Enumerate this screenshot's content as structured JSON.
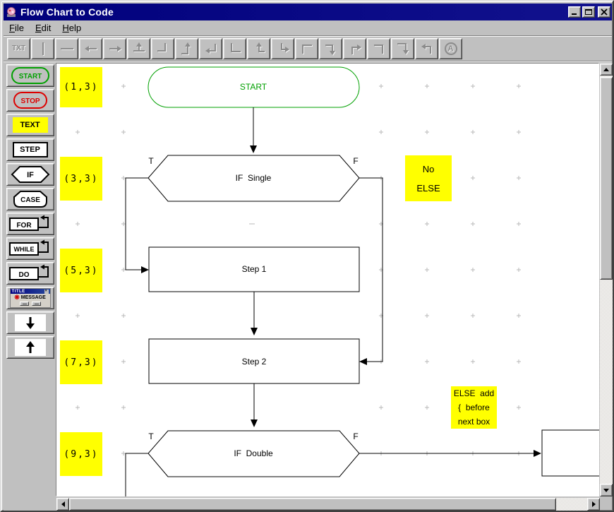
{
  "window": {
    "title": "Flow Chart to Code",
    "controls": [
      "minimize",
      "maximize",
      "close"
    ]
  },
  "menu": {
    "items": [
      {
        "mnemonic": "F",
        "rest": "ile"
      },
      {
        "mnemonic": "E",
        "rest": "dit"
      },
      {
        "mnemonic": "H",
        "rest": "elp"
      }
    ]
  },
  "toolbar": {
    "txt_label": "TXT",
    "circled_a": "A",
    "buttons": [
      "text-tool",
      "line-vertical",
      "line-horizontal",
      "arrow-left",
      "arrow-right",
      "arrow-up-branch",
      "corner-down-left",
      "elbow-arrow-up-right",
      "elbow-arrow-left-from-top",
      "corner-bottom-left",
      "elbow-arrow-up-from-right",
      "elbow-arrow-right-from-top",
      "corner-top-left",
      "elbow-arrow-down-from-left",
      "elbow-arrow-right-from-bottom",
      "corner-top-right",
      "elbow-arrow-down-right",
      "elbow-arrow-left-up",
      "auto-label"
    ]
  },
  "sidebar": {
    "buttons": [
      {
        "id": "start",
        "label": "START",
        "color": "#00a000"
      },
      {
        "id": "stop",
        "label": "STOP",
        "color": "#dd0000"
      },
      {
        "id": "text",
        "label": "TEXT",
        "color": "#ffff00"
      },
      {
        "id": "step",
        "label": "STEP"
      },
      {
        "id": "if",
        "label": "IF"
      },
      {
        "id": "case",
        "label": "CASE"
      },
      {
        "id": "for",
        "label": "FOR"
      },
      {
        "id": "while",
        "label": "WHILE"
      },
      {
        "id": "do",
        "label": "DO"
      },
      {
        "id": "message",
        "label": "MESSAGE",
        "window_title": "TITLE",
        "icon": "error-burst-icon"
      },
      {
        "id": "scroll-down",
        "icon": "down-arrow-icon"
      },
      {
        "id": "scroll-up",
        "icon": "up-arrow-icon"
      }
    ]
  },
  "canvas": {
    "coordinate_labels": [
      "(1,3)",
      "(3,3)",
      "(5,3)",
      "(7,3)",
      "(9,3)"
    ],
    "notes": [
      {
        "lines": [
          "No",
          "ELSE"
        ]
      },
      {
        "lines": [
          "ELSE  add",
          "{  before",
          "next box"
        ]
      }
    ],
    "flowchart": {
      "start": {
        "label": "START"
      },
      "if_single": {
        "label": "IF  Single",
        "true_label": "T",
        "false_label": "F"
      },
      "step1": {
        "label": "Step 1"
      },
      "step2": {
        "label": "Step 2"
      },
      "if_double": {
        "label": "IF  Double",
        "true_label": "T",
        "false_label": "F"
      },
      "next_box": {
        "label": ""
      }
    },
    "colors": {
      "start_green": "#00a000",
      "note_yellow": "#ffff00",
      "line_black": "#000000",
      "grid_gray": "#b8b8b8",
      "titlebar_navy": "#00007c"
    }
  }
}
